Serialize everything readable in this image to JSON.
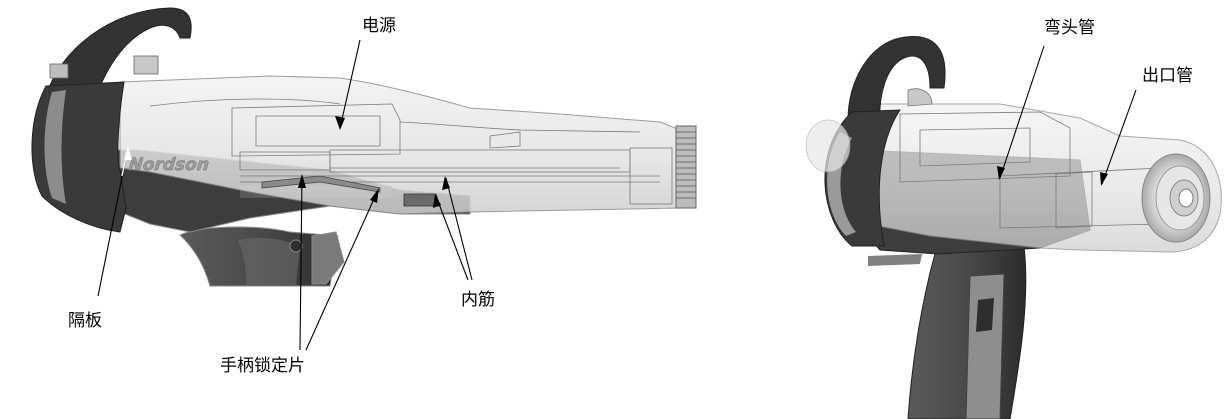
{
  "labels": {
    "power_supply": "电源",
    "partition": "隔板",
    "handle_lock": "手柄锁定片",
    "inner_rib": "内筋",
    "elbow_tube": "弯头管",
    "outlet_tube": "出口管"
  },
  "logo_text": "Nordson",
  "colors": {
    "dark_plastic": "#3a3a3a",
    "mid_plastic": "#5c5c5c",
    "transparent_shell": "#e9e9e9",
    "inner_part": "#d4d4d4",
    "outline": "#8a8a8a"
  }
}
